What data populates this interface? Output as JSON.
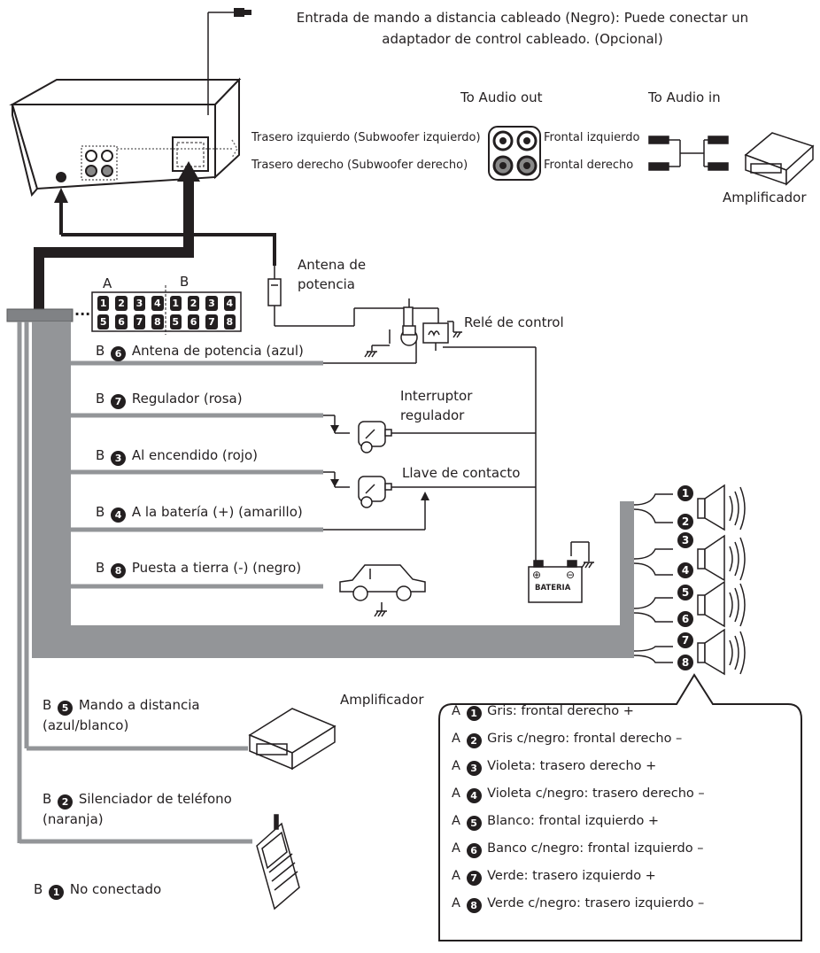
{
  "labels": {
    "remote_input": "Entrada de mando a distancia cableado (Negro): Puede conectar un adaptador de control cableado. (Opcional)",
    "to_audio_out": "To Audio out",
    "to_audio_in": "To Audio in",
    "rear_left": "Trasero izquierdo (Subwoofer izquierdo)",
    "rear_right": "Trasero derecho (Subwoofer derecho)",
    "front_left": "Frontal izquierdo",
    "front_right": "Frontal derecho",
    "amplifier_top": "Amplificador",
    "power_antenna": "Antena de potencia",
    "connector_a": "A",
    "connector_b": "B",
    "control_relay": "Relé de control",
    "dimmer_switch": "Interruptor regulador",
    "ignition_key": "Llave de contacto",
    "battery": "BATERIA",
    "amplifier_mid": "Amplificador"
  },
  "wires": [
    {
      "connector": "B",
      "num": "6",
      "text": "Antena de potencia (azul)"
    },
    {
      "connector": "B",
      "num": "7",
      "text": "Regulador (rosa)"
    },
    {
      "connector": "B",
      "num": "3",
      "text": "Al encendido (rojo)"
    },
    {
      "connector": "B",
      "num": "4",
      "text": "A la batería (+) (amarillo)"
    },
    {
      "connector": "B",
      "num": "8",
      "text": "Puesta a tierra (-) (negro)"
    },
    {
      "connector": "B",
      "num": "5",
      "text": "Mando a distancia (azul/blanco)"
    },
    {
      "connector": "B",
      "num": "2",
      "text": "Silenciador de teléfono (naranja)"
    },
    {
      "connector": "B",
      "num": "1",
      "text": "No conectado"
    }
  ],
  "connector_pins_top": [
    "1",
    "2",
    "3",
    "4",
    "1",
    "2",
    "3",
    "4"
  ],
  "connector_pins_bottom": [
    "5",
    "6",
    "7",
    "8",
    "5",
    "6",
    "7",
    "8"
  ],
  "speaker_numbers": [
    "1",
    "2",
    "3",
    "4",
    "5",
    "6",
    "7",
    "8"
  ],
  "speaker_wires": [
    {
      "connector": "A",
      "num": "1",
      "text": "Gris: frontal derecho +"
    },
    {
      "connector": "A",
      "num": "2",
      "text": "Gris c/negro: frontal derecho –"
    },
    {
      "connector": "A",
      "num": "3",
      "text": "Violeta: trasero derecho +"
    },
    {
      "connector": "A",
      "num": "4",
      "text": "Violeta c/negro: trasero derecho –"
    },
    {
      "connector": "A",
      "num": "5",
      "text": "Blanco: frontal izquierdo +"
    },
    {
      "connector": "A",
      "num": "6",
      "text": "Banco c/negro: frontal izquierdo –"
    },
    {
      "connector": "A",
      "num": "7",
      "text": "Verde: trasero izquierdo +"
    },
    {
      "connector": "A",
      "num": "8",
      "text": "Verde c/negro: trasero izquierdo –"
    }
  ]
}
